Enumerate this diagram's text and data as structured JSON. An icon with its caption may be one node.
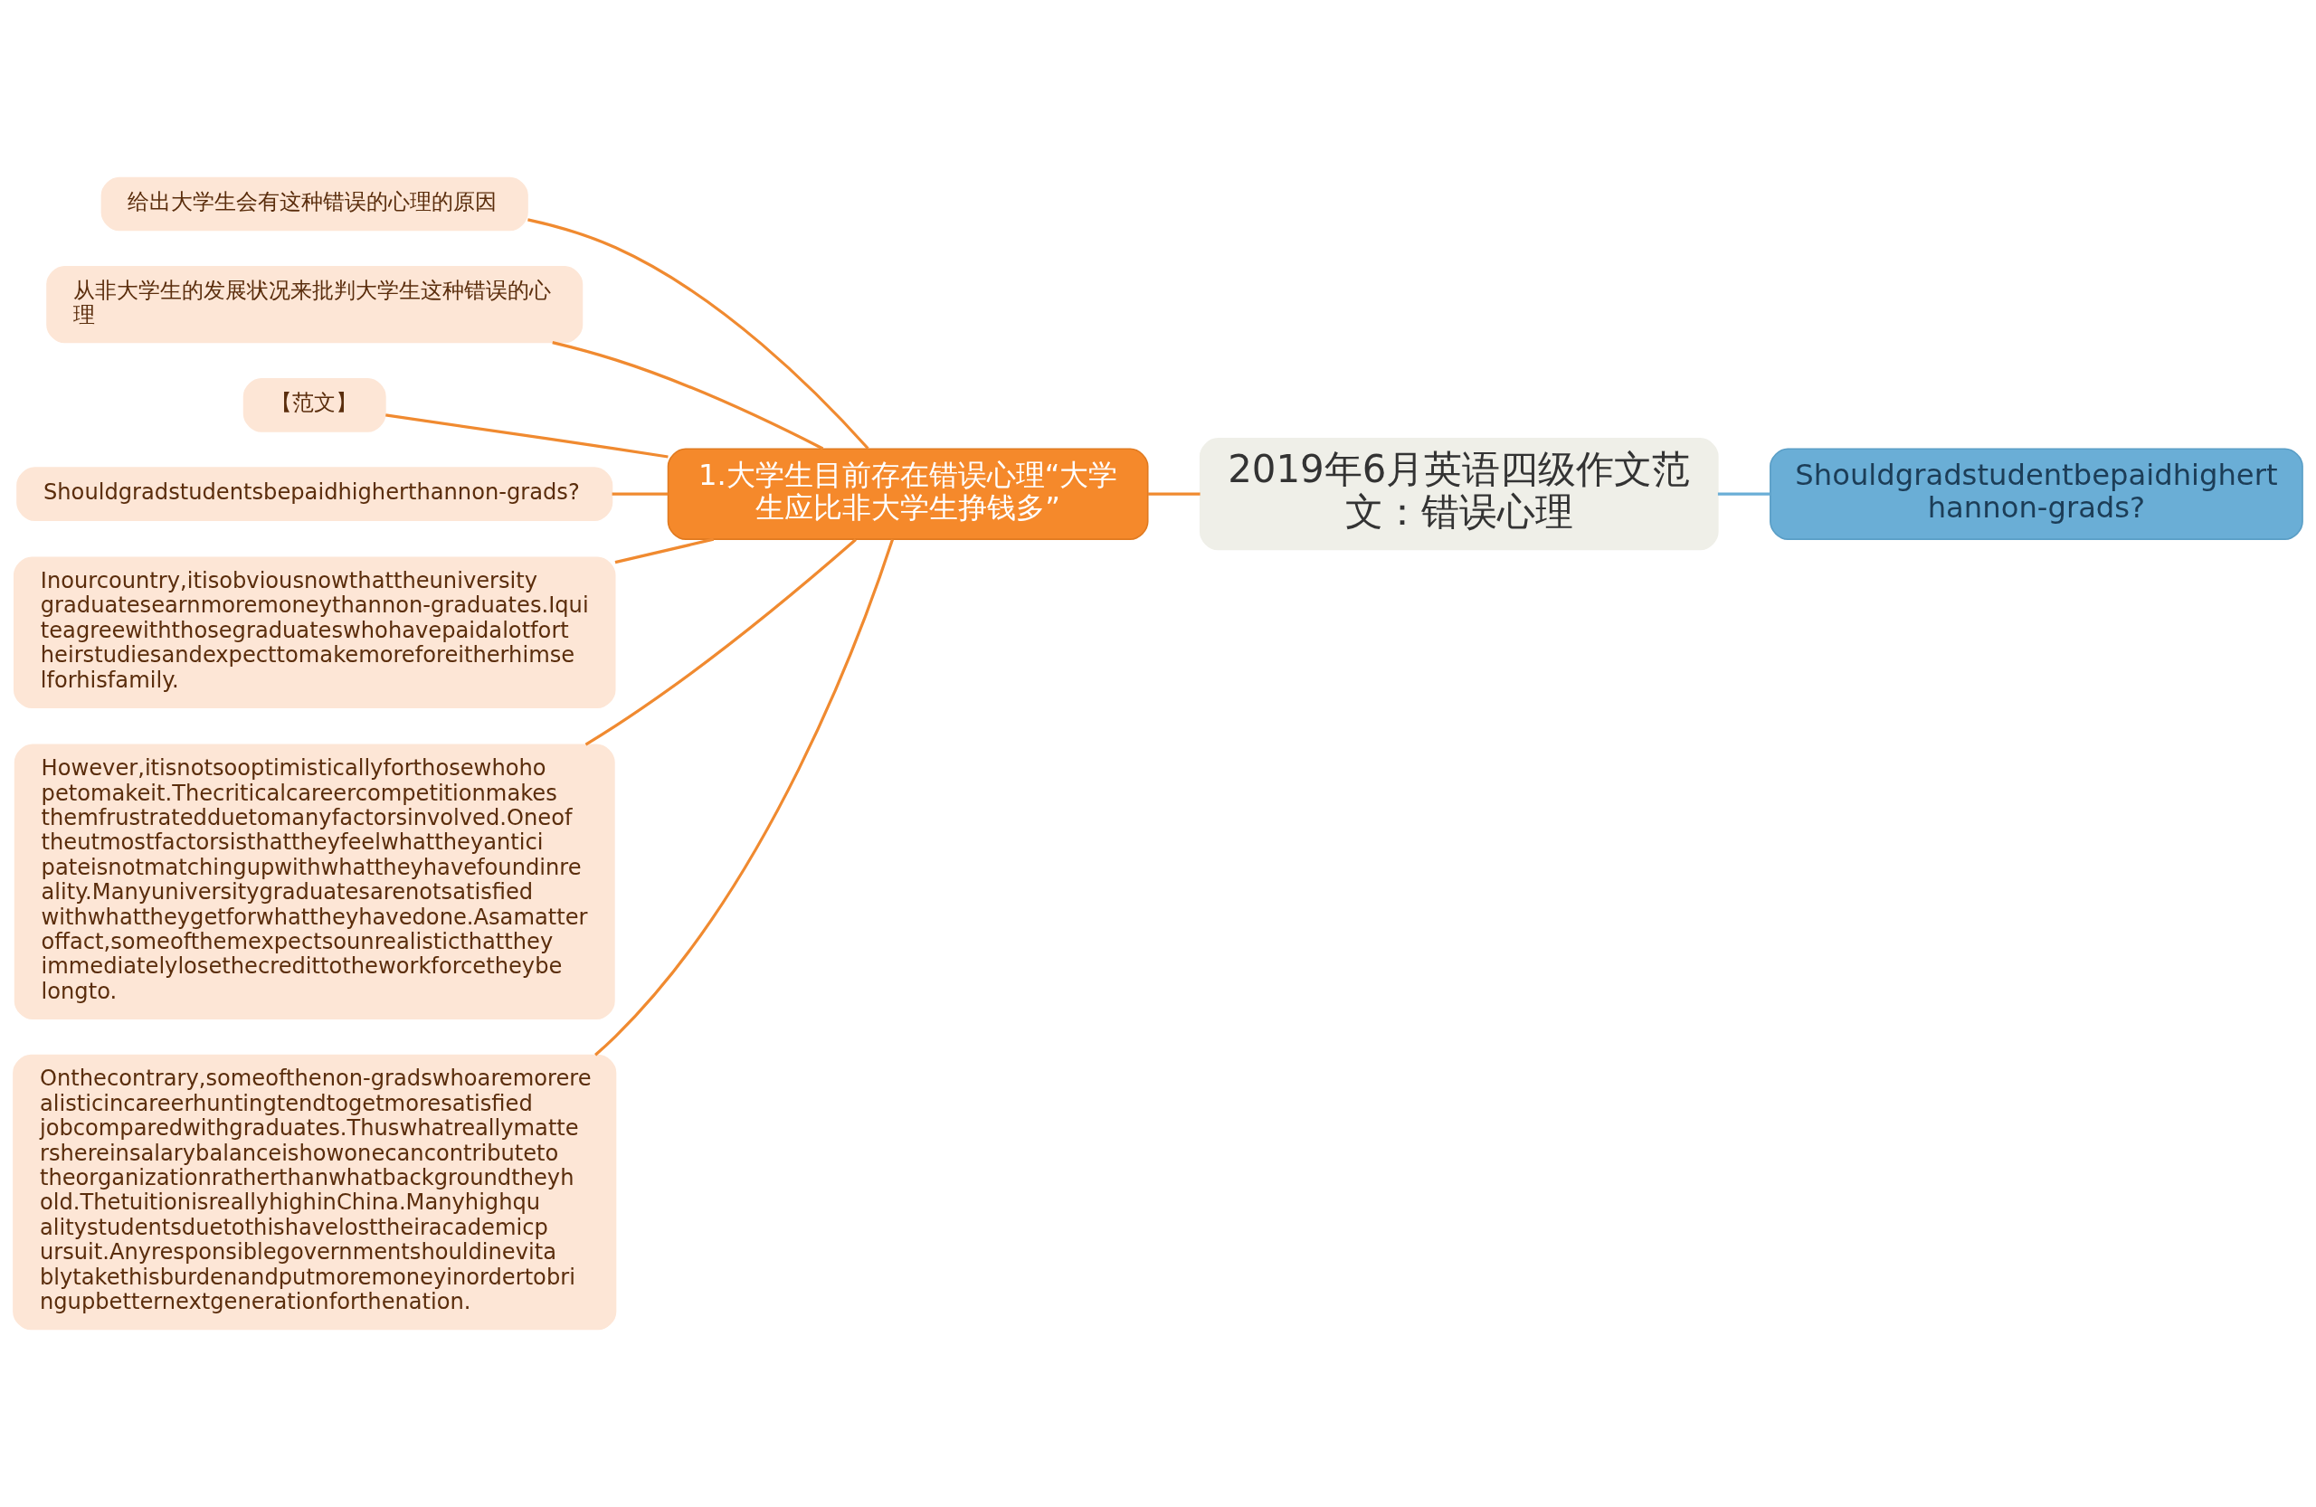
{
  "diagram": {
    "nodes": [
      {
        "text": [
          "2019年6月英语四级作文范文：错误心理"
        ]
      },
      {
        "text": [
          "1.大学生目前存在错误心理“大学生应比非大学生挣钱多”"
        ]
      },
      {
        "text": [
          "Shouldgradstudentbepaidhigherthannon-grads?"
        ]
      },
      {
        "text": [
          "给出大学生会有这种错误的心理的原因"
        ]
      },
      {
        "text": [
          "从非大学生的发展状况来批判大学生这种错误的心理"
        ]
      },
      {
        "text": [
          "【范文】"
        ]
      },
      {
        "text": [
          "Shouldgradstudentsbepaidhigherthannon-grads?"
        ]
      },
      {
        "text": [
          "Inourcountry,itisobviousnowthattheuniversitygraduatesearnmoremoneythannon-graduates.Iquiteagreewiththosegraduateswhohavepaidalotfortheirstudiesandexpecttomakemoreforeitherhimselforhisfamily."
        ]
      },
      {
        "text": [
          "However,itisnotsooptimisticallyforthosewhohopetomakeit.Thecriticalcareercompetitionmakesthemfrustratedduetomanyfactorsinvolved.Oneoftheutmostfactorsisthattheyfeelwhattheyanticipateisnotmatchingupwithwhattheyhavefoundinreality.Manyuniversitygraduatesarenotsatisfiedwithwhattheygetforwhattheyhavedone.Asamatteroffact,someofthemexpectsounrealisticthattheyimmediatelylosethecredittotheworkforcetheybelongto."
        ]
      },
      {
        "text": [
          "Onthecontrary,someofthenon-gradswhoaremorerealisticincareerhuntingtendtogetmoresatisfiedjobcomparedwithgraduates.Thuswhatreallymattershereinsalarybalanceishowonecancontributetotheorganizationratherthanwhatbackgroundtheyhold.ThetuitionisreallyhighinChina.Manyhighqualitystudentsduetothishavelosttheiracademicpursuit.Anyresponsiblegovernmentshouldinevitablytakethisburdenandputmoremoneyinordertobringupbetternextgenerationforthenation."
        ]
      }
    ],
    "edges": [
      {
        "from": 0,
        "to": 1,
        "arrow": "none"
      },
      {
        "from": 0,
        "to": 2,
        "arrow": "none",
        "color": "#6aaed6"
      },
      {
        "from": 1,
        "to": 3,
        "arrow": "none"
      },
      {
        "from": 1,
        "to": 4,
        "arrow": "none"
      },
      {
        "from": 1,
        "to": 5,
        "arrow": "none"
      },
      {
        "from": 1,
        "to": 6,
        "arrow": "none"
      },
      {
        "from": 1,
        "to": 7,
        "arrow": "none"
      },
      {
        "from": 1,
        "to": 8,
        "arrow": "none"
      },
      {
        "from": 1,
        "to": 9,
        "arrow": "none"
      }
    ]
  }
}
